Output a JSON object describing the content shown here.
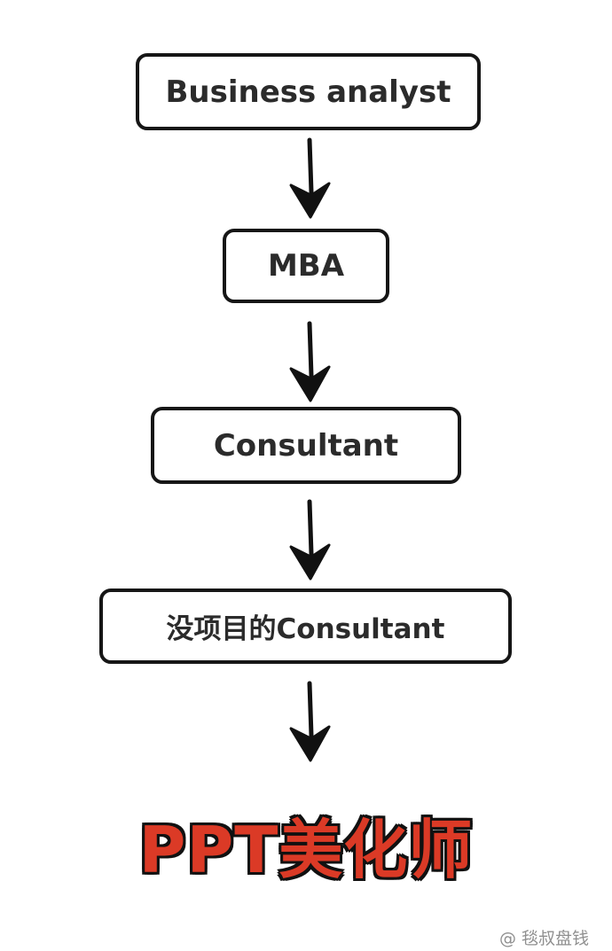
{
  "nodes": [
    {
      "label": "Business analyst"
    },
    {
      "label": "MBA"
    },
    {
      "label": "Consultant"
    },
    {
      "label": "没项目的Consultant"
    }
  ],
  "final": {
    "label": "PPT美化师",
    "color": "#db3a26"
  },
  "watermark": "@ 毯叔盘钱"
}
